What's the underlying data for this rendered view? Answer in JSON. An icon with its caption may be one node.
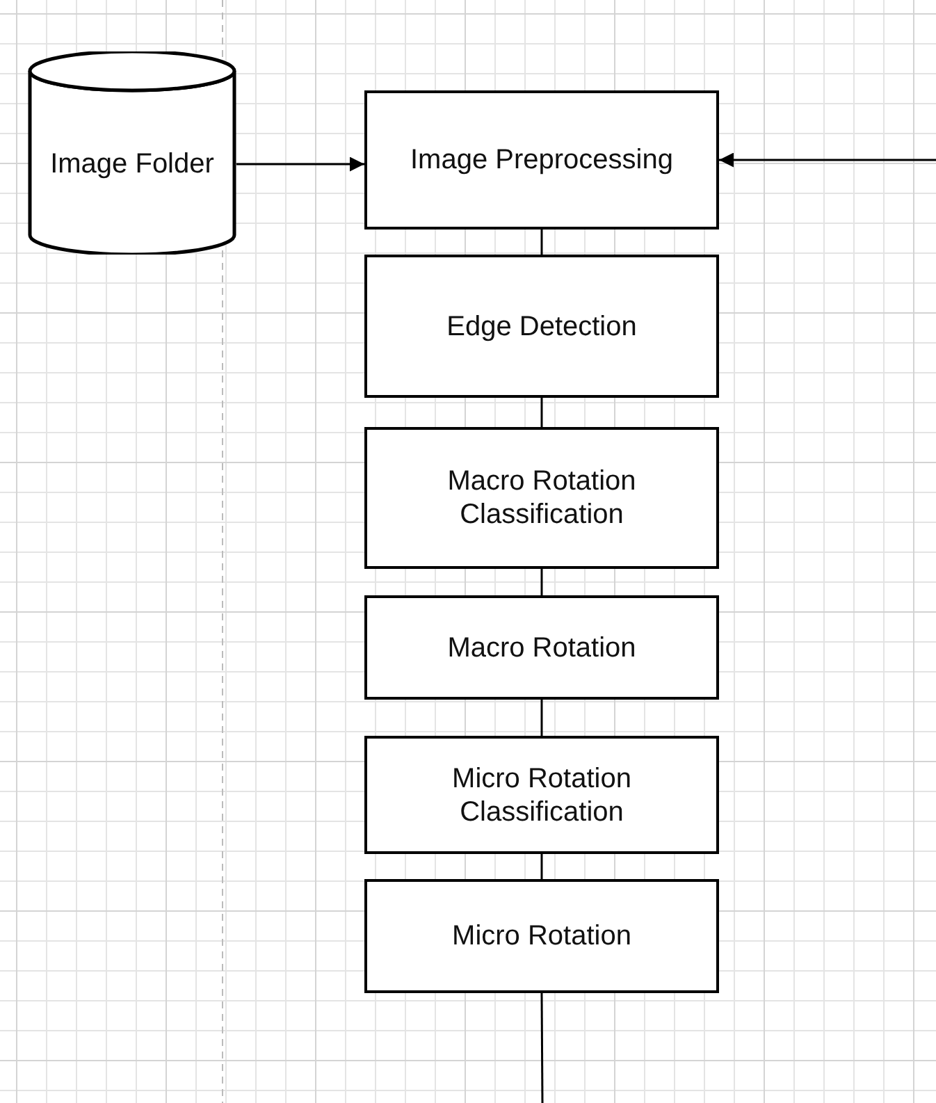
{
  "diagram": {
    "nodes": [
      {
        "text": [
          "Image Folder"
        ]
      },
      {
        "text": [
          "Image Preprocessing"
        ]
      },
      {
        "text": [
          "Edge Detection"
        ]
      },
      {
        "text": [
          "Macro Rotation Classification"
        ]
      },
      {
        "text": [
          "Macro Rotation"
        ]
      },
      {
        "text": [
          "Micro Rotation Classification"
        ]
      },
      {
        "text": [
          "Micro Rotation"
        ]
      }
    ],
    "edges": [
      {
        "from": 0,
        "to": 1,
        "arrow": "to"
      },
      {
        "from": null,
        "to": 1,
        "arrow": "to"
      },
      {
        "from": 1,
        "to": 2,
        "arrow": "none"
      },
      {
        "from": 2,
        "to": 3,
        "arrow": "none"
      },
      {
        "from": 3,
        "to": 4,
        "arrow": "none"
      },
      {
        "from": 4,
        "to": 5,
        "arrow": "none"
      },
      {
        "from": 5,
        "to": 6,
        "arrow": "none"
      },
      {
        "from": 6,
        "to": null,
        "arrow": "none"
      }
    ]
  }
}
